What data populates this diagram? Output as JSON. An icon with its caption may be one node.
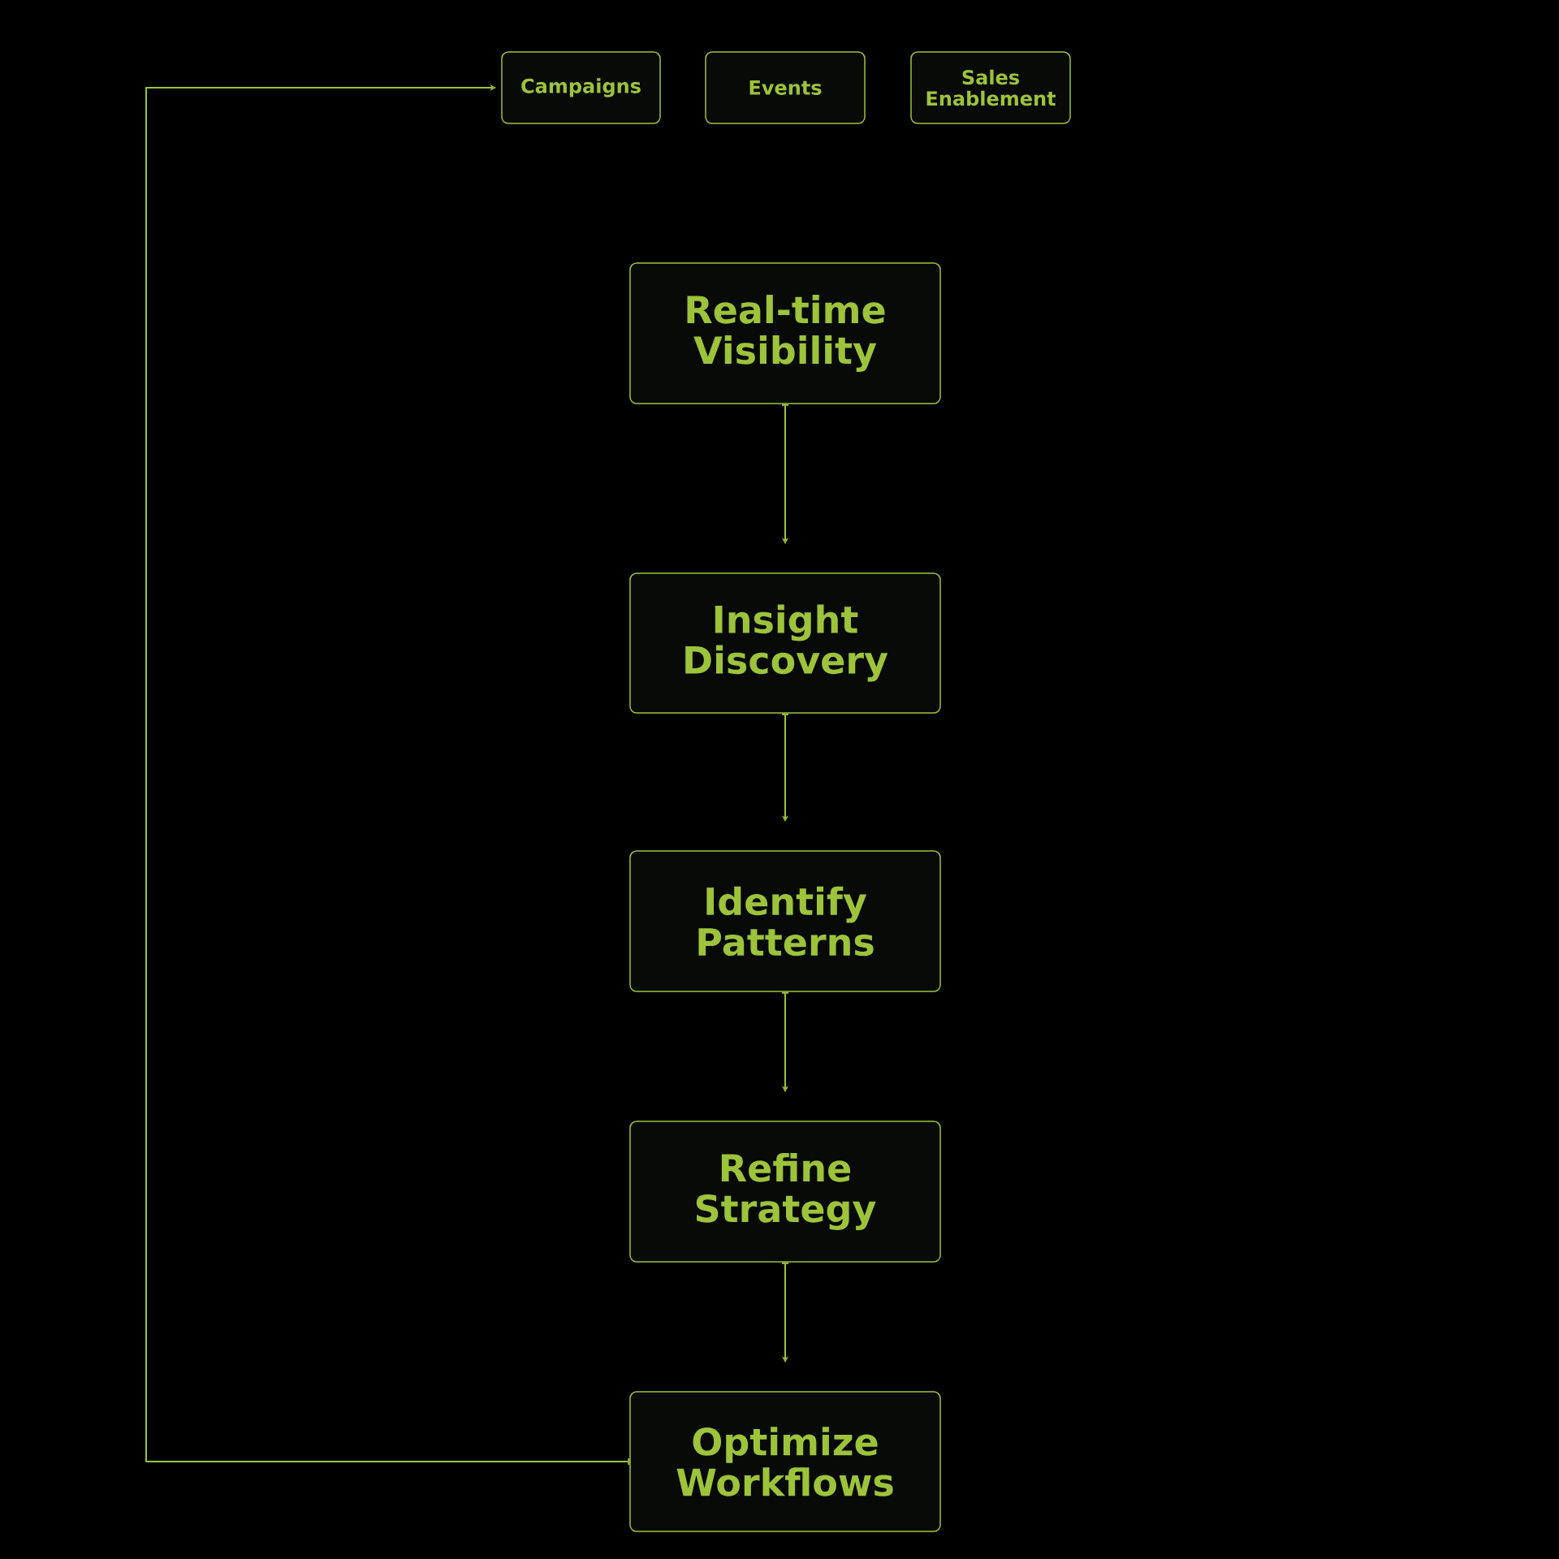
{
  "diagram": {
    "nodes": [
      {
        "text": [
          "Campaigns"
        ]
      },
      {
        "text": [
          "Events"
        ]
      },
      {
        "text": [
          "Sales Enablement"
        ]
      },
      {
        "text": [
          "Real-time Visibility"
        ]
      },
      {
        "text": [
          "Insight Discovery"
        ]
      },
      {
        "text": [
          "Identify Patterns"
        ]
      },
      {
        "text": [
          "Refine Strategy"
        ]
      },
      {
        "text": [
          "Optimize Workflows"
        ]
      }
    ],
    "edges": [
      {
        "from": 3,
        "to": 4,
        "arrow": "to"
      },
      {
        "from": 4,
        "to": 5,
        "arrow": "to"
      },
      {
        "from": 5,
        "to": 6,
        "arrow": "to"
      },
      {
        "from": 6,
        "to": 7,
        "arrow": "to"
      },
      {
        "from": 7,
        "to": 0,
        "arrow": "to"
      }
    ]
  }
}
